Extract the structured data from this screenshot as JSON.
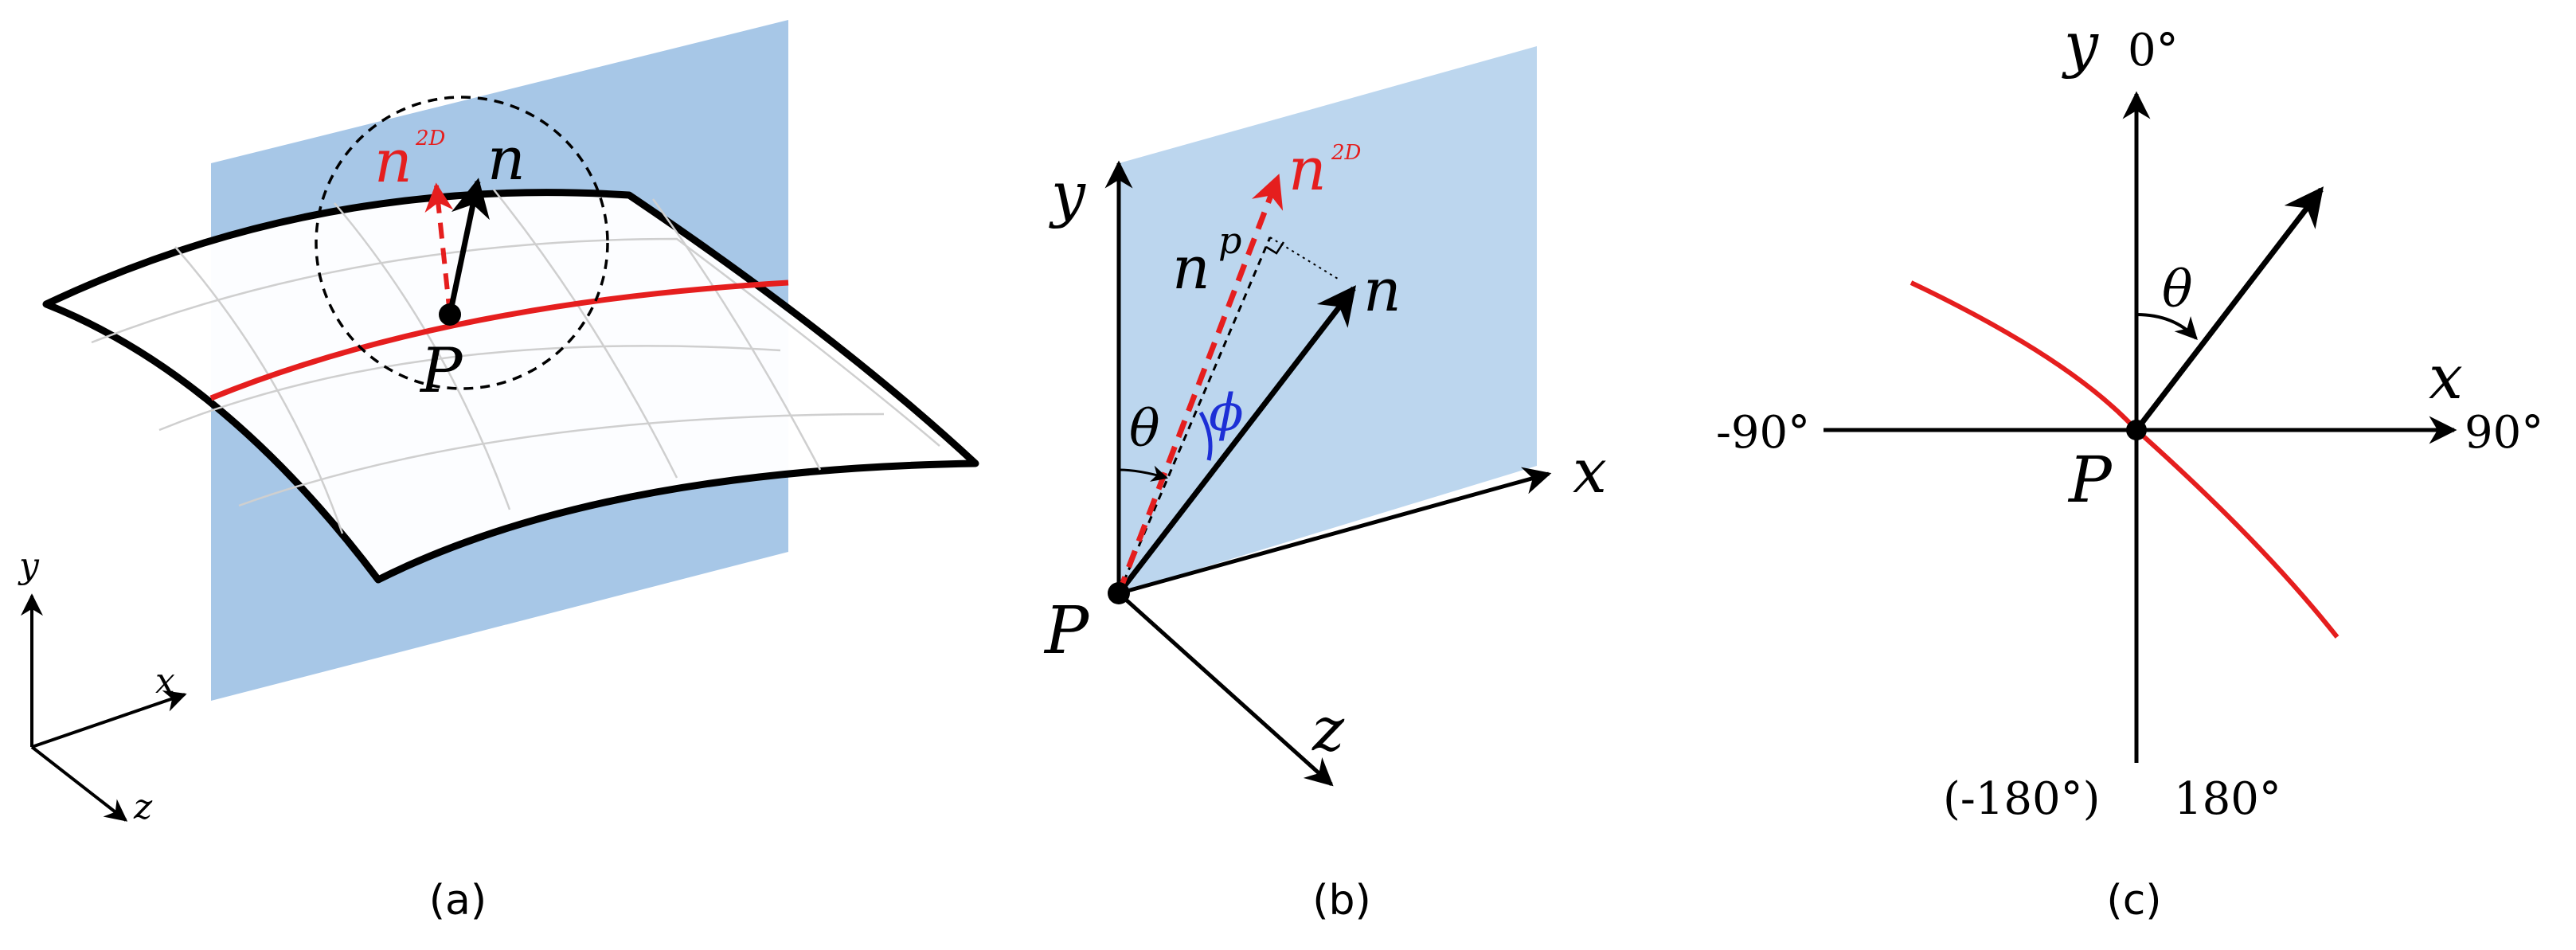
{
  "panels": {
    "a": {
      "caption": "(a)",
      "n_label": "n",
      "n2d_main": "n",
      "n2d_sup": "2D",
      "point": "P",
      "axis_y": "y",
      "axis_x": "x",
      "axis_z": "z"
    },
    "b": {
      "caption": "(b)",
      "axis_y": "y",
      "axis_x": "x",
      "axis_z": "z",
      "point": "P",
      "n_label": "n",
      "np_main": "n",
      "np_sup": "p",
      "n2d_main": "n",
      "n2d_sup": "2D",
      "theta": "θ",
      "phi": "ϕ"
    },
    "c": {
      "caption": "(c)",
      "axis_y": "y",
      "axis_x": "x",
      "point": "P",
      "theta": "θ",
      "deg_top": "0°",
      "deg_right": "90°",
      "deg_left": "-90°",
      "deg_bottom_a": "(-180°)",
      "deg_bottom_b": "180°"
    }
  },
  "colors": {
    "plane": "#a7c7e7",
    "plane_light": "#bcd6ee",
    "red": "#e51e1e",
    "blue": "#1d2fd6",
    "black": "#000000",
    "grid": "#cccccc"
  }
}
